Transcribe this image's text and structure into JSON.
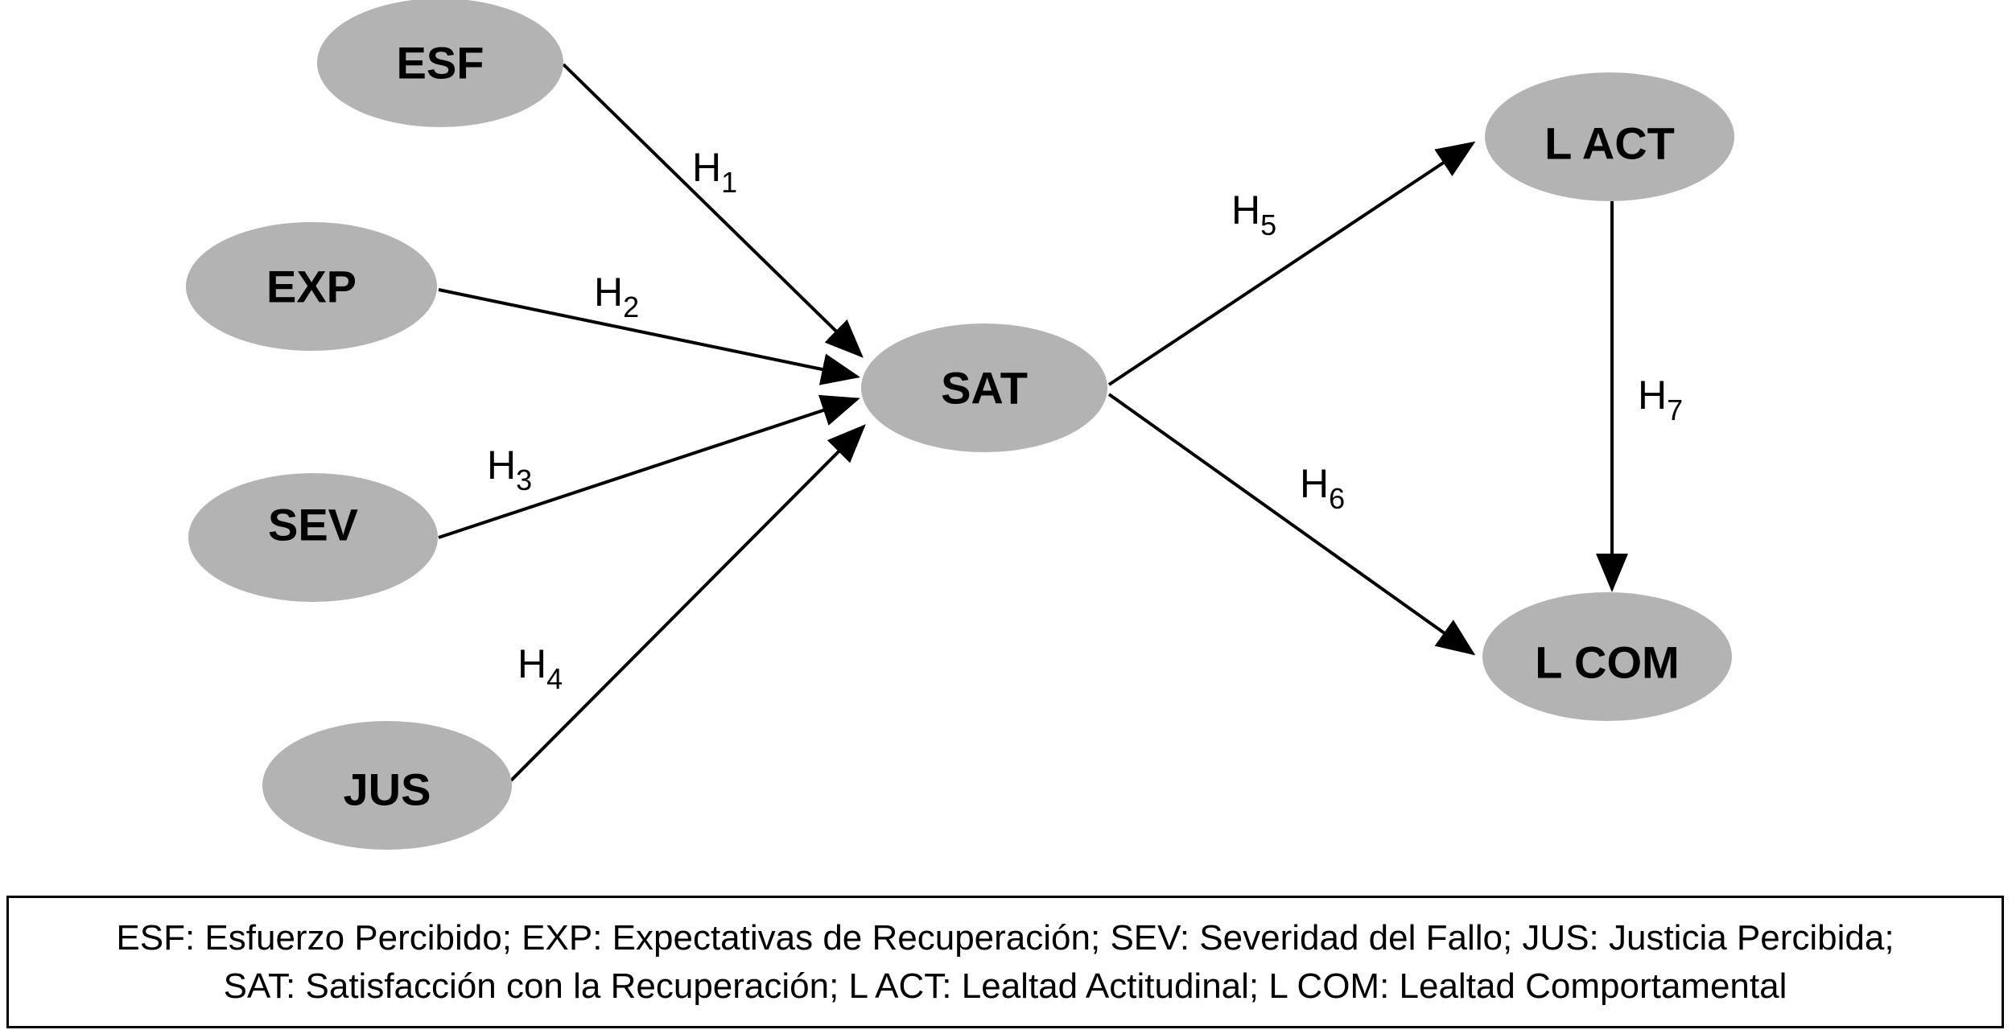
{
  "diagram": {
    "nodes": [
      {
        "id": "esf",
        "label": "ESF"
      },
      {
        "id": "exp",
        "label": "EXP"
      },
      {
        "id": "sev",
        "label": "SEV"
      },
      {
        "id": "jus",
        "label": "JUS"
      },
      {
        "id": "sat",
        "label": "SAT"
      },
      {
        "id": "lact",
        "label": "L ACT"
      },
      {
        "id": "lcom",
        "label": "L COM"
      }
    ],
    "edges": [
      {
        "id": "h1",
        "from": "ESF",
        "to": "SAT",
        "label": "H",
        "sub": "1"
      },
      {
        "id": "h2",
        "from": "EXP",
        "to": "SAT",
        "label": "H",
        "sub": "2"
      },
      {
        "id": "h3",
        "from": "SEV",
        "to": "SAT",
        "label": "H",
        "sub": "3"
      },
      {
        "id": "h4",
        "from": "JUS",
        "to": "SAT",
        "label": "H",
        "sub": "4"
      },
      {
        "id": "h5",
        "from": "SAT",
        "to": "L ACT",
        "label": "H",
        "sub": "5"
      },
      {
        "id": "h6",
        "from": "SAT",
        "to": "L COM",
        "label": "H",
        "sub": "6"
      },
      {
        "id": "h7",
        "from": "L ACT",
        "to": "L COM",
        "label": "H",
        "sub": "7"
      }
    ]
  },
  "legend": {
    "line1": "ESF: Esfuerzo Percibido; EXP: Expectativas de Recuperación; SEV: Severidad del Fallo;  JUS: Justicia Percibida;",
    "line2": "SAT: Satisfacción con la Recuperación; L ACT: Lealtad Actitudinal; L COM: Lealtad Comportamental"
  },
  "colors": {
    "node_fill": "#b3b3b3",
    "line": "#000000",
    "background": "#ffffff"
  }
}
